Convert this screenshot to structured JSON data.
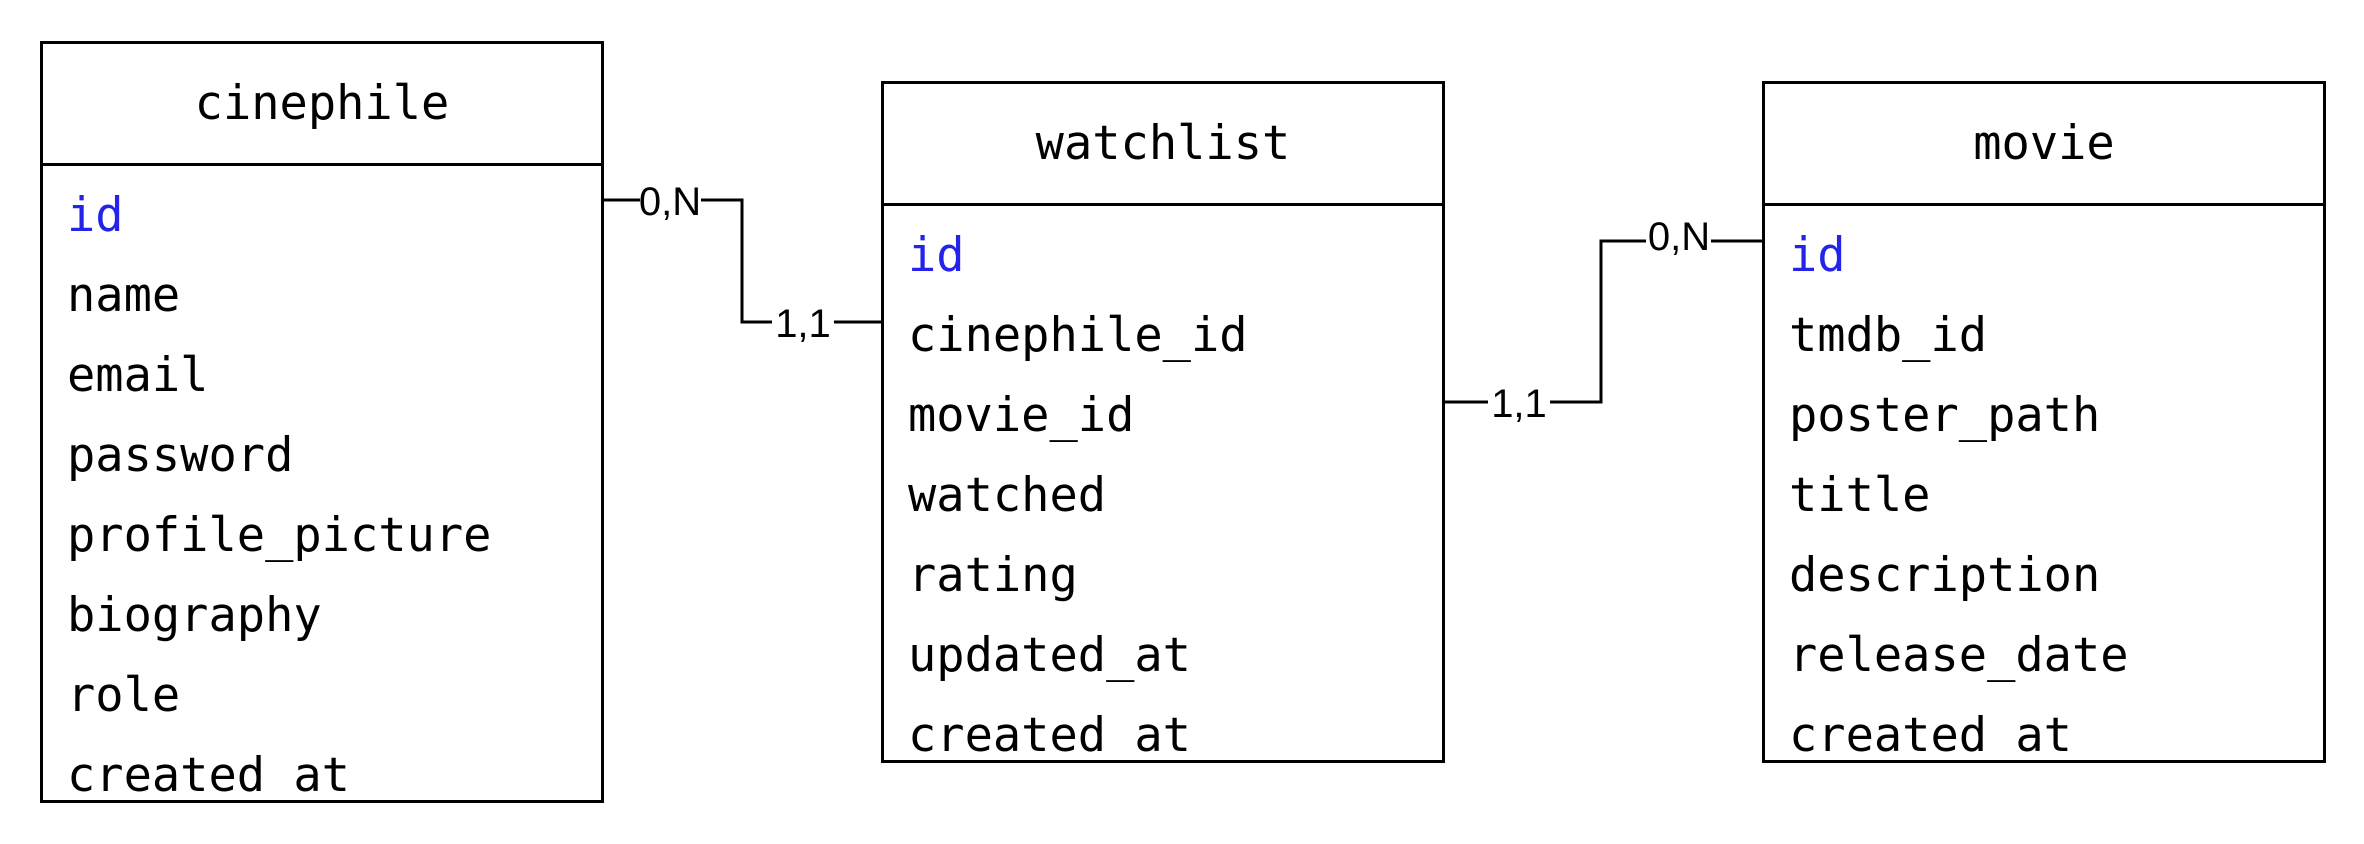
{
  "entities": [
    {
      "name": "cinephile",
      "fields": [
        {
          "label": "id",
          "primary_key": true
        },
        {
          "label": "name",
          "primary_key": false
        },
        {
          "label": "email",
          "primary_key": false
        },
        {
          "label": "password",
          "primary_key": false
        },
        {
          "label": "profile_picture",
          "primary_key": false
        },
        {
          "label": "biography",
          "primary_key": false
        },
        {
          "label": "role",
          "primary_key": false
        },
        {
          "label": "created_at",
          "primary_key": false
        }
      ]
    },
    {
      "name": "watchlist",
      "fields": [
        {
          "label": "id",
          "primary_key": true
        },
        {
          "label": "cinephile_id",
          "primary_key": false
        },
        {
          "label": "movie_id",
          "primary_key": false
        },
        {
          "label": "watched",
          "primary_key": false
        },
        {
          "label": "rating",
          "primary_key": false
        },
        {
          "label": "updated_at",
          "primary_key": false
        },
        {
          "label": "created_at",
          "primary_key": false
        }
      ]
    },
    {
      "name": "movie",
      "fields": [
        {
          "label": "id",
          "primary_key": true
        },
        {
          "label": "tmdb_id",
          "primary_key": false
        },
        {
          "label": "poster_path",
          "primary_key": false
        },
        {
          "label": "title",
          "primary_key": false
        },
        {
          "label": "description",
          "primary_key": false
        },
        {
          "label": "release_date",
          "primary_key": false
        },
        {
          "label": "created_at",
          "primary_key": false
        }
      ]
    }
  ],
  "relationships": [
    {
      "from": "cinephile.id",
      "to": "watchlist.cinephile_id",
      "from_cardinality": "0,N",
      "to_cardinality": "1,1"
    },
    {
      "from": "movie.id",
      "to": "watchlist.movie_id",
      "from_cardinality": "0,N",
      "to_cardinality": "1,1"
    }
  ],
  "colors": {
    "primary_key": "#2323ea",
    "text": "#000000",
    "border": "#000000",
    "background": "#ffffff"
  }
}
